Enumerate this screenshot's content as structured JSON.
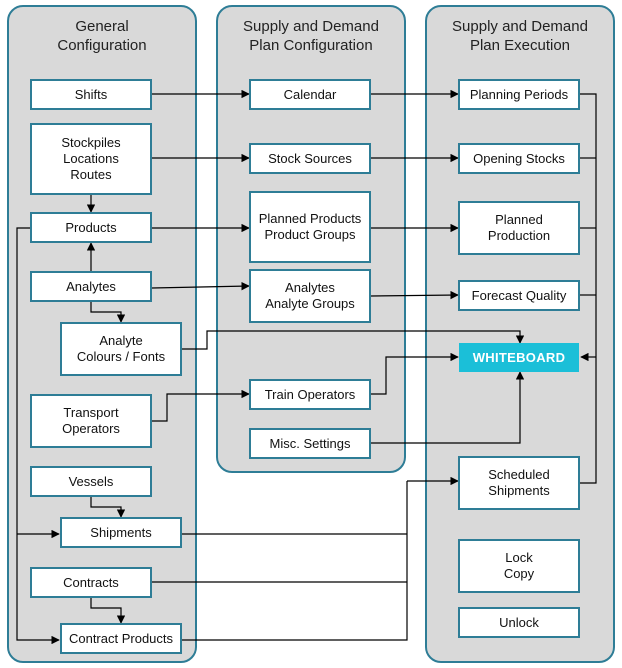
{
  "panels": {
    "general": {
      "title": "General\nConfiguration"
    },
    "plan_config": {
      "title": "Supply and Demand\nPlan Configuration"
    },
    "plan_execution": {
      "title": "Supply and Demand\nPlan Execution"
    }
  },
  "general": {
    "shifts": "Shifts",
    "stockpiles": "Stockpiles\nLocations\nRoutes",
    "products": "Products",
    "analytes": "Analytes",
    "analyte_colours": "Analyte\nColours / Fonts",
    "transport_operators": "Transport\nOperators",
    "vessels": "Vessels",
    "shipments": "Shipments",
    "contracts": "Contracts",
    "contract_products": "Contract Products"
  },
  "plan_config": {
    "calendar": "Calendar",
    "stock_sources": "Stock Sources",
    "planned_products": "Planned Products\nProduct Groups",
    "analyte_groups": "Analytes\nAnalyte Groups",
    "train_operators": "Train Operators",
    "misc_settings": "Misc. Settings"
  },
  "plan_execution": {
    "planning_periods": "Planning Periods",
    "opening_stocks": "Opening Stocks",
    "planned_production": "Planned\nProduction",
    "forecast_quality": "Forecast Quality",
    "whiteboard": "WHITEBOARD",
    "scheduled_shipments": "Scheduled\nShipments",
    "lock_copy": "Lock\nCopy",
    "unlock": "Unlock"
  },
  "colors": {
    "panel_fill": "#d9d9d9",
    "border": "#2e7d96",
    "highlight": "#1bbfd8",
    "connector": "#000000"
  }
}
